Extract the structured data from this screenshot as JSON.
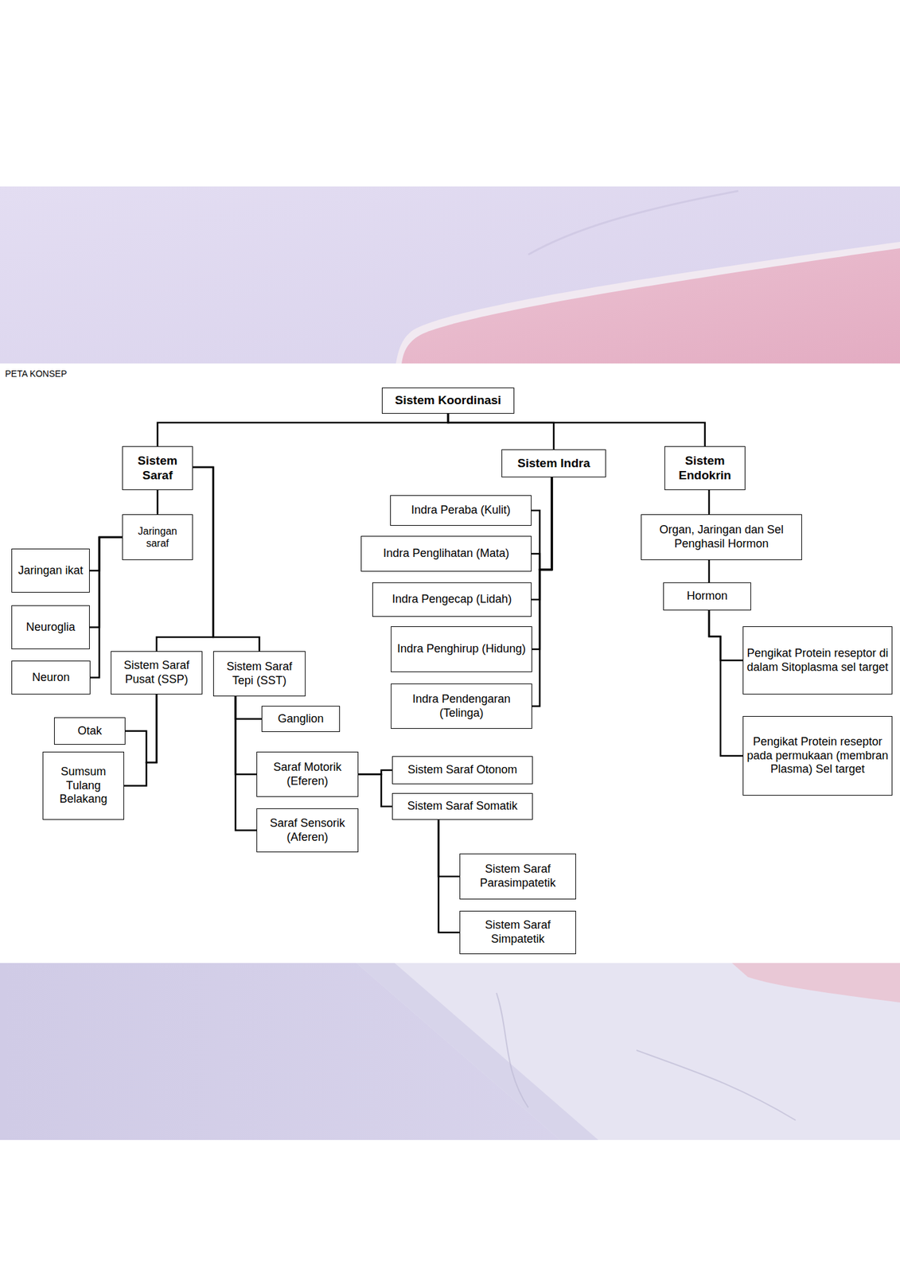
{
  "diagram": {
    "title": "PETA KONSEP",
    "nodes": [
      {
        "text": [
          "Sistem Koordinasi"
        ]
      },
      {
        "text": [
          "Sistem Saraf"
        ]
      },
      {
        "text": [
          "Jaringan saraf"
        ]
      },
      {
        "text": [
          "Jaringan ikat"
        ]
      },
      {
        "text": [
          "Neuroglia"
        ]
      },
      {
        "text": [
          "Neuron"
        ]
      },
      {
        "text": [
          "Sistem Saraf Pusat (SSP)"
        ]
      },
      {
        "text": [
          "Sistem Saraf Tepi (SST)"
        ]
      },
      {
        "text": [
          "Otak"
        ]
      },
      {
        "text": [
          "Sumsum Tulang Belakang"
        ]
      },
      {
        "text": [
          "Ganglion"
        ]
      },
      {
        "text": [
          "Saraf Motorik (Eferen)"
        ]
      },
      {
        "text": [
          "Saraf Sensorik (Aferen)"
        ]
      },
      {
        "text": [
          "Sistem Saraf Otonom"
        ]
      },
      {
        "text": [
          "Sistem Saraf Somatik"
        ]
      },
      {
        "text": [
          "Sistem Saraf Parasimpatetik"
        ]
      },
      {
        "text": [
          "Sistem Saraf Simpatetik"
        ]
      },
      {
        "text": [
          "Sistem Indra"
        ]
      },
      {
        "text": [
          "Indra Peraba (Kulit)"
        ]
      },
      {
        "text": [
          "Indra Penglihatan (Mata)"
        ]
      },
      {
        "text": [
          "Indra Pengecap (Lidah)"
        ]
      },
      {
        "text": [
          "Indra Penghirup (Hidung)"
        ]
      },
      {
        "text": [
          "Indra Pendengaran (Telinga)"
        ]
      },
      {
        "text": [
          "Sistem Endokrin"
        ]
      },
      {
        "text": [
          "Organ, Jaringan dan Sel Penghasil Hormon"
        ]
      },
      {
        "text": [
          "Hormon"
        ]
      },
      {
        "text": [
          "Pengikat Protein reseptor di dalam Sitoplasma sel target"
        ]
      },
      {
        "text": [
          "Pengikat Protein reseptor pada permukaan (membran Plasma) Sel target"
        ]
      }
    ],
    "edges": [
      {
        "from": 0,
        "to": 1,
        "arrow": "none"
      },
      {
        "from": 0,
        "to": 17,
        "arrow": "none"
      },
      {
        "from": 0,
        "to": 23,
        "arrow": "none"
      },
      {
        "from": 1,
        "to": 2,
        "arrow": "none"
      },
      {
        "from": 2,
        "to": 3,
        "arrow": "none"
      },
      {
        "from": 2,
        "to": 4,
        "arrow": "none"
      },
      {
        "from": 2,
        "to": 5,
        "arrow": "none"
      },
      {
        "from": 1,
        "to": 6,
        "arrow": "none"
      },
      {
        "from": 1,
        "to": 7,
        "arrow": "none"
      },
      {
        "from": 6,
        "to": 8,
        "arrow": "none"
      },
      {
        "from": 6,
        "to": 9,
        "arrow": "none"
      },
      {
        "from": 7,
        "to": 10,
        "arrow": "none"
      },
      {
        "from": 7,
        "to": 11,
        "arrow": "none"
      },
      {
        "from": 7,
        "to": 12,
        "arrow": "none"
      },
      {
        "from": 11,
        "to": 13,
        "arrow": "none"
      },
      {
        "from": 11,
        "to": 14,
        "arrow": "none"
      },
      {
        "from": 14,
        "to": 15,
        "arrow": "none"
      },
      {
        "from": 14,
        "to": 16,
        "arrow": "none"
      },
      {
        "from": 17,
        "to": 18,
        "arrow": "none"
      },
      {
        "from": 17,
        "to": 19,
        "arrow": "none"
      },
      {
        "from": 17,
        "to": 20,
        "arrow": "none"
      },
      {
        "from": 17,
        "to": 21,
        "arrow": "none"
      },
      {
        "from": 17,
        "to": 22,
        "arrow": "none"
      },
      {
        "from": 23,
        "to": 24,
        "arrow": "none"
      },
      {
        "from": 24,
        "to": 25,
        "arrow": "none"
      },
      {
        "from": 25,
        "to": 26,
        "arrow": "none"
      },
      {
        "from": 25,
        "to": 27,
        "arrow": "none"
      }
    ]
  }
}
